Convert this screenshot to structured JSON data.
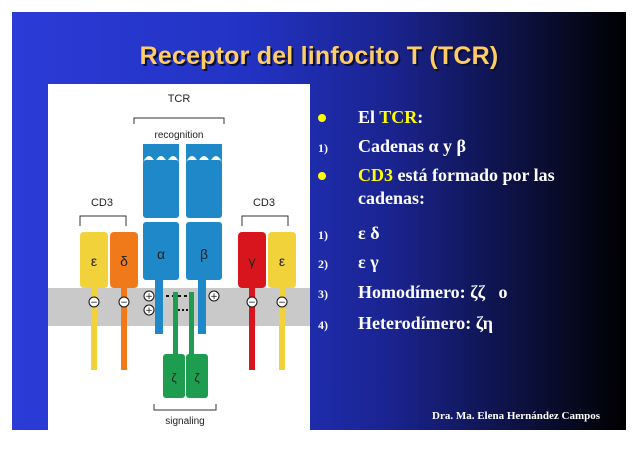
{
  "slide": {
    "title": "Receptor del linfocito T (TCR)",
    "footer": "Dra. Ma. Elena Hernández Campos"
  },
  "figure": {
    "tcr_label": "TCR",
    "recognition_label": "recognition",
    "cd3_left_label": "CD3",
    "cd3_right_label": "CD3",
    "epsilon_left": "ε",
    "delta": "δ",
    "alpha": "α",
    "beta": "β",
    "gamma": "γ",
    "epsilon_right": "ε",
    "zeta_left": "ζ",
    "zeta_right": "ζ",
    "signaling_label": "signaling"
  },
  "bullets": [
    {
      "marker": "",
      "type": "dot",
      "prefix": "El ",
      "highlight": "TCR",
      "suffix": ":"
    },
    {
      "marker": "1)",
      "type": "num",
      "prefix": "Cadenas α y β",
      "highlight": "",
      "suffix": ""
    },
    {
      "marker": "",
      "type": "dot",
      "prefix": "",
      "highlight": "CD3",
      "suffix": " está formado por las"
    },
    {
      "marker": "",
      "type": "cont",
      "prefix": "cadenas:",
      "highlight": "",
      "suffix": ""
    },
    {
      "marker": "1)",
      "type": "num",
      "prefix": "ε δ",
      "highlight": "",
      "suffix": ""
    },
    {
      "marker": "2)",
      "type": "num",
      "prefix": "ε γ",
      "highlight": "",
      "suffix": ""
    },
    {
      "marker": "3)",
      "type": "num",
      "prefix": "Homodímero: ζζ   o",
      "highlight": "",
      "suffix": ""
    },
    {
      "marker": "4)",
      "type": "num",
      "prefix": "Heterodímero: ζη",
      "highlight": "",
      "suffix": ""
    }
  ],
  "colors": {
    "title": "#ffcc66",
    "highlight": "#ffff00",
    "tcr_blue": "#1e88c8",
    "cd3_yellow": "#f2d23a",
    "cd3_orange": "#f07a1a",
    "cd3_red": "#d8141c",
    "zeta_green": "#1e9c50",
    "membrane": "#c8c8c8"
  }
}
